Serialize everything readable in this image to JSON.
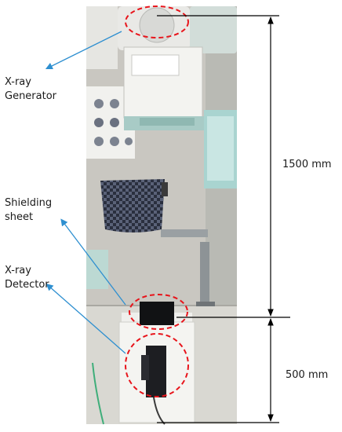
{
  "labels": {
    "generator_line1": "X-ray",
    "generator_line2": "Generator",
    "shielding_line1": "Shielding",
    "shielding_line2": "sheet",
    "detector_line1": "X-ray",
    "detector_line2": "Detector"
  },
  "dimensions": {
    "upper": "1500 mm",
    "lower": "500 mm"
  },
  "colors": {
    "arrow": "#2e8fd0",
    "highlight_ellipse": "#e8141b",
    "dimension_line": "#000000"
  }
}
